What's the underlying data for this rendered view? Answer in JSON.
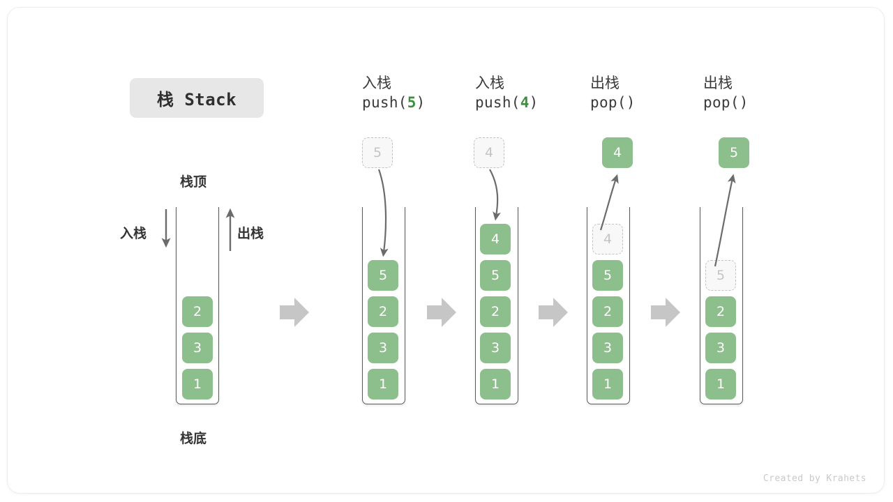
{
  "title": {
    "text": "栈 Stack"
  },
  "labels": {
    "top": "栈顶",
    "bottom": "栈底",
    "push": "入栈",
    "pop": "出栈"
  },
  "footer": {
    "text": "Created by Krahets"
  },
  "colors": {
    "cell_green": "#8cbf8c",
    "accent_green": "#3e8e41",
    "ghost_border": "#c2c2c2",
    "ghost_text": "#c4c4c4",
    "vessel_stroke": "#5a5a5a",
    "arrow_gray": "#6b6b6b",
    "step_arrow": "#c6c6c6",
    "chip_bg": "#e7e7e7"
  },
  "icons": {
    "step_arrow": "step-arrow-right-icon",
    "push_arrow": "arrow-down-icon",
    "pop_arrow": "arrow-up-icon"
  },
  "steps": [
    {
      "id": "initial",
      "head_cn": "",
      "head_code": "",
      "head_code_pre": "",
      "head_code_arg": "",
      "head_code_post": "",
      "cells": [
        "2",
        "3",
        "1"
      ],
      "ghost_index": -1,
      "floating": null,
      "floating_kind": "none"
    },
    {
      "id": "push5",
      "head_cn": "入栈",
      "head_code_pre": "push(",
      "head_code_arg": "5",
      "head_code_post": ")",
      "cells": [
        "5",
        "2",
        "3",
        "1"
      ],
      "ghost_index": -1,
      "floating": "5",
      "floating_kind": "ghost"
    },
    {
      "id": "push4",
      "head_cn": "入栈",
      "head_code_pre": "push(",
      "head_code_arg": "4",
      "head_code_post": ")",
      "cells": [
        "4",
        "5",
        "2",
        "3",
        "1"
      ],
      "ghost_index": -1,
      "floating": "4",
      "floating_kind": "ghost"
    },
    {
      "id": "pop1",
      "head_cn": "出栈",
      "head_code_pre": "pop(",
      "head_code_arg": "",
      "head_code_post": ")",
      "cells": [
        "4",
        "5",
        "2",
        "3",
        "1"
      ],
      "ghost_index": 0,
      "floating": "4",
      "floating_kind": "solid"
    },
    {
      "id": "pop2",
      "head_cn": "出栈",
      "head_code_pre": "pop(",
      "head_code_arg": "",
      "head_code_post": ")",
      "cells": [
        "5",
        "2",
        "3",
        "1"
      ],
      "ghost_index": 0,
      "floating": "5",
      "floating_kind": "solid"
    }
  ],
  "stack_cells": {
    "s0": [
      "2",
      "3",
      "1"
    ],
    "s1": [
      "5",
      "2",
      "3",
      "1"
    ],
    "s2": [
      "4",
      "5",
      "2",
      "3",
      "1"
    ],
    "s3": [
      "4",
      "5",
      "2",
      "3",
      "1"
    ],
    "s4": [
      "5",
      "2",
      "3",
      "1"
    ]
  },
  "floating_values": {
    "f1": "5",
    "f2": "4",
    "f3": "4",
    "f4": "5"
  }
}
